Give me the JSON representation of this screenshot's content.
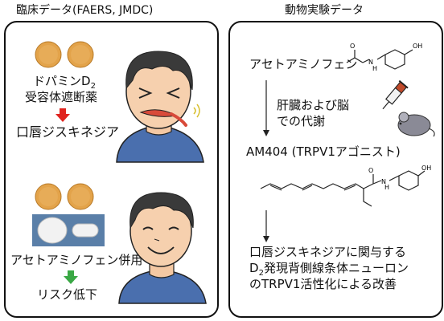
{
  "left": {
    "header": "臨床データ(FAERS, JMDC)",
    "drug_line1": "ドパミンD",
    "drug_line1_sub": "2",
    "drug_line2": "受容体遮断薬",
    "result_top": "口唇ジスキネジア",
    "combo_label": "アセトアミノフェン併用",
    "result_bottom": "リスク低下",
    "colors": {
      "red_arrow": "#e0241f",
      "green_arrow": "#3aa845",
      "tablet": "#e3a34a",
      "shirt": "#4a6fae"
    }
  },
  "right": {
    "header": "動物実験データ",
    "compound1": "アセトアミノフェン",
    "metab_line1": "肝臓および脳",
    "metab_line2": "での代謝",
    "compound2": "AM404 (TRPV1アゴニスト)",
    "oh_label": "OH",
    "nh_label": "H",
    "nh_label_n": "N",
    "conc_line1": "口唇ジスキネジアに関与する",
    "conc_line2_prefix": "D",
    "conc_line2_sub": "2",
    "conc_line2_rest": "発現背側線条体ニューロン",
    "conc_line3": "のTRPV1活性化による改善",
    "icons": [
      "syringe-icon",
      "mouse-icon"
    ]
  }
}
